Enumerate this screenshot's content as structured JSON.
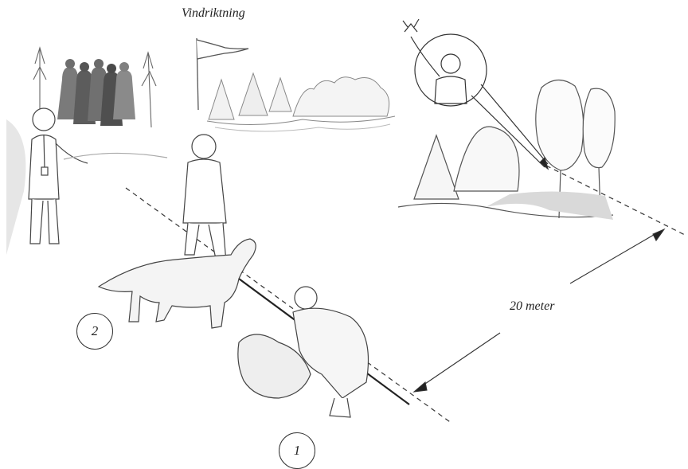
{
  "wind_direction_label": "Vindriktning",
  "distance_label": "20 meter",
  "step_markers": [
    {
      "number": "1"
    },
    {
      "number": "2"
    }
  ],
  "colors": {
    "ink": "#333333",
    "crowd": "#6e6e6e",
    "crowd_dark": "#4a4a4a",
    "shade": "#cfcfcf",
    "light_shade": "#e6e6e6"
  },
  "icons": [
    "flag-icon",
    "crowd-icon",
    "tree-icon",
    "dog-icon",
    "person-icon",
    "zoom-circle-icon"
  ]
}
